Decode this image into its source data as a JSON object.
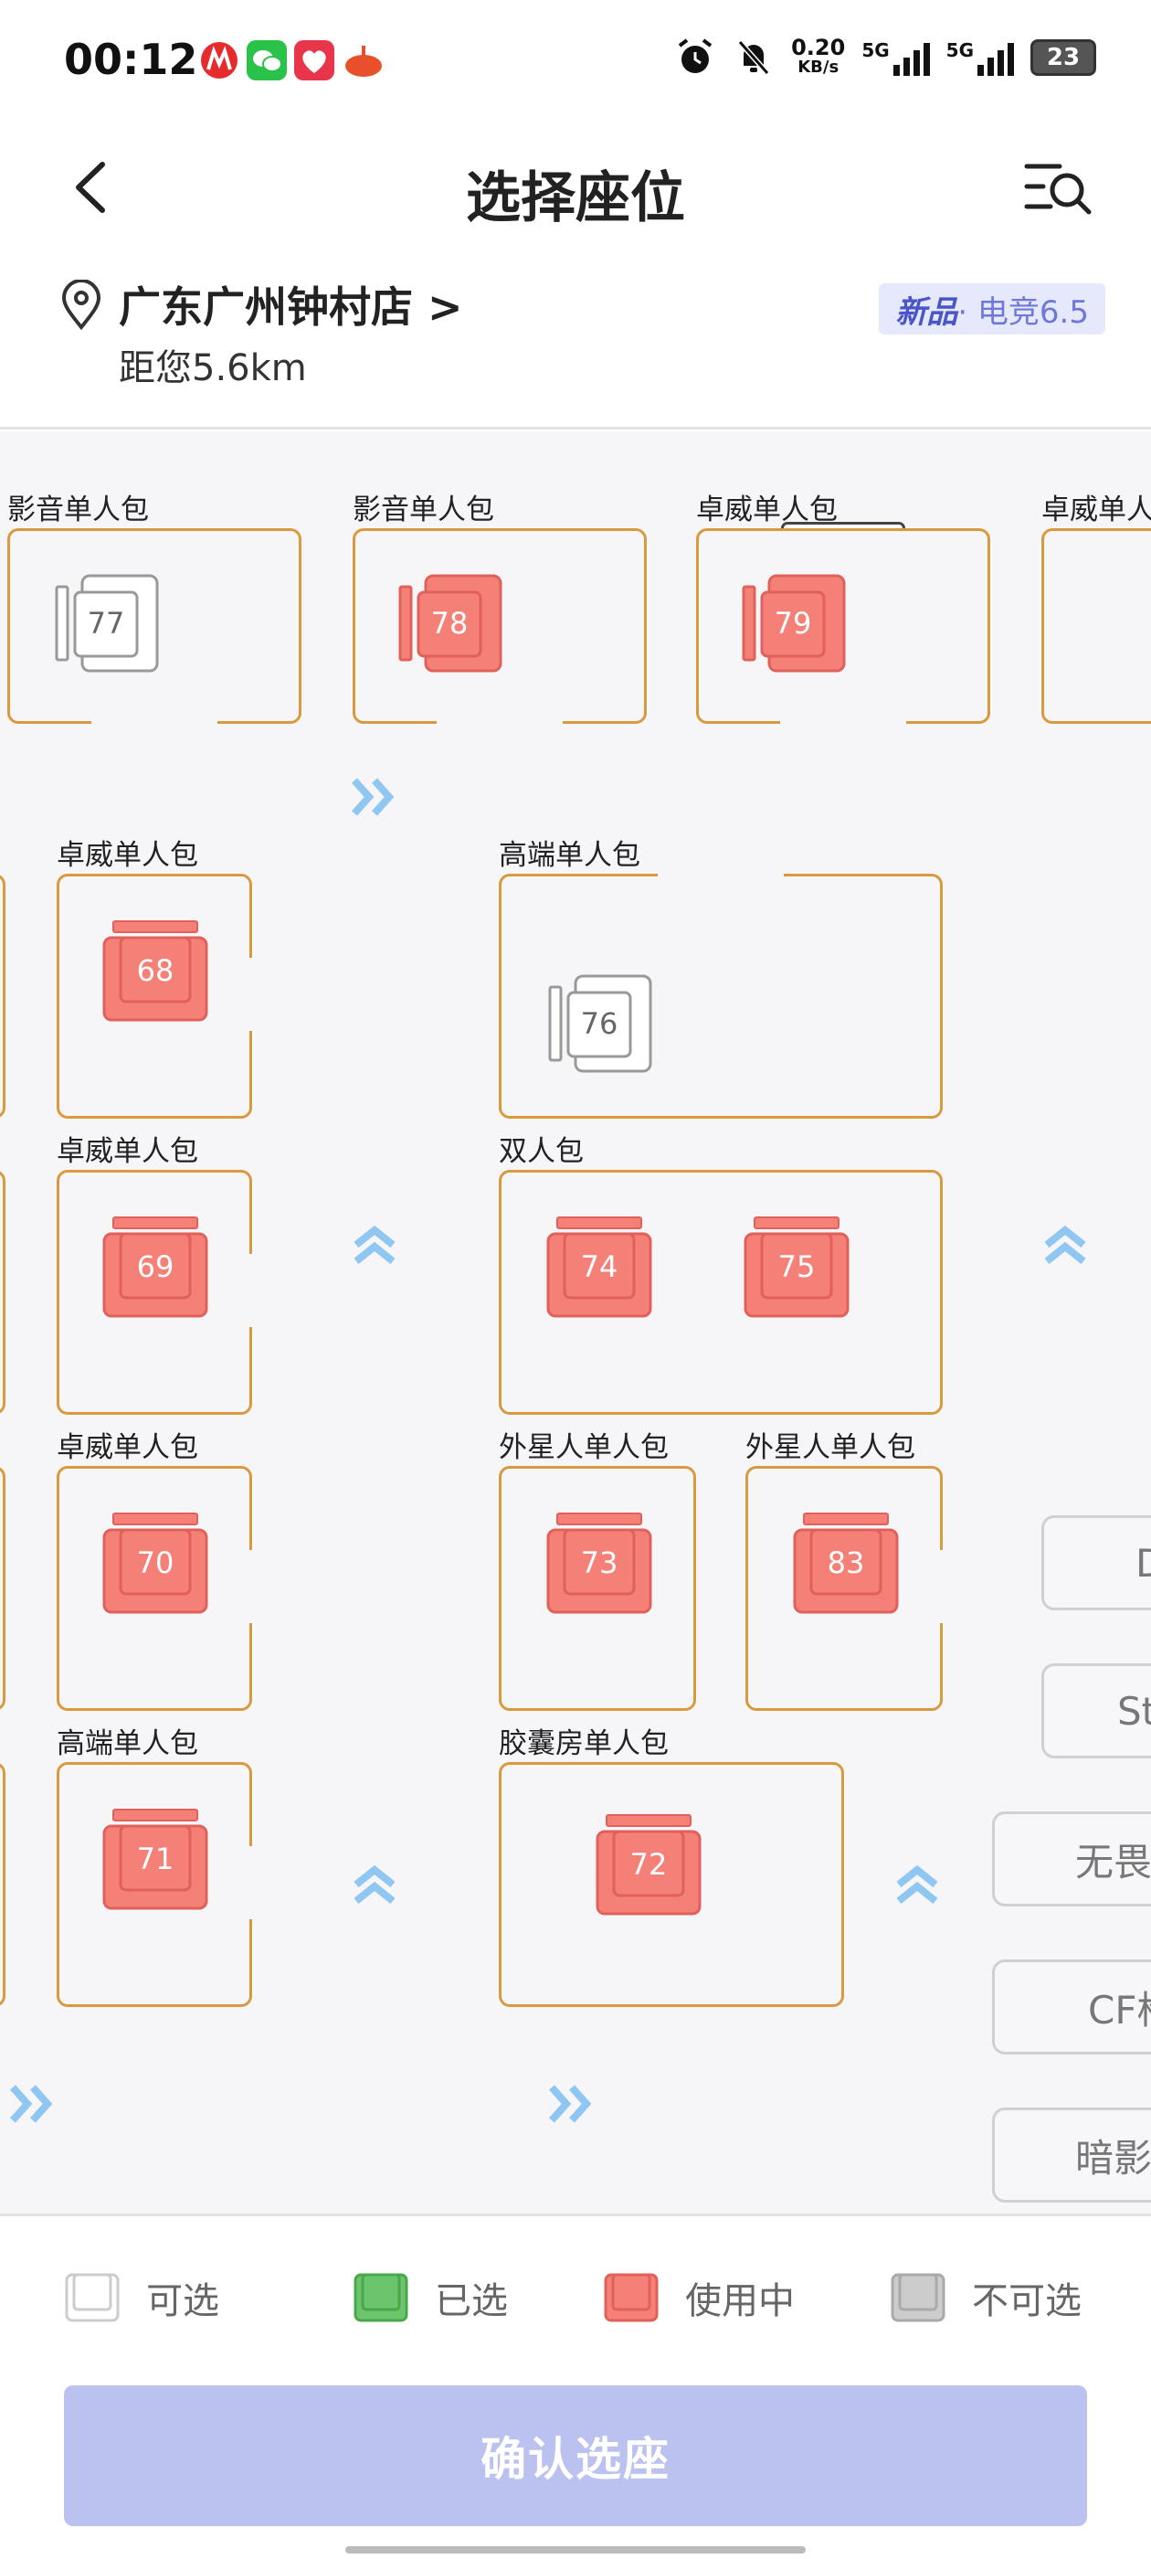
{
  "status_bar": {
    "time": "00:12",
    "net_speed": "0.20",
    "net_unit": "KB/s",
    "sim1": "5G",
    "sim2": "5G",
    "battery": "23"
  },
  "header": {
    "title": "选择座位"
  },
  "store": {
    "name": "广东广州钟村店 >",
    "distance": "距您5.6km",
    "badge_new": "新品",
    "badge_text": "· 电竞6.5"
  },
  "rooms": [
    {
      "label": "影音单人包"
    },
    {
      "label": "影音单人包"
    },
    {
      "label": "卓威单人包"
    },
    {
      "label": "卓威单人"
    },
    {
      "label": "卓威单人包"
    },
    {
      "label": "高端单人包"
    },
    {
      "label": "卓威单人包"
    },
    {
      "label": "双人包"
    },
    {
      "label": "卓威单人包"
    },
    {
      "label": "外星人单人包"
    },
    {
      "label": "外星人单人包"
    },
    {
      "label": "高端单人包"
    },
    {
      "label": "胶囊房单人包"
    }
  ],
  "seats": [
    {
      "number": "77",
      "status": "free"
    },
    {
      "number": "78",
      "status": "in_use"
    },
    {
      "number": "79",
      "status": "in_use"
    },
    {
      "number": "68",
      "status": "in_use"
    },
    {
      "number": "76",
      "status": "free"
    },
    {
      "number": "69",
      "status": "in_use"
    },
    {
      "number": "74",
      "status": "in_use"
    },
    {
      "number": "75",
      "status": "in_use"
    },
    {
      "number": "70",
      "status": "in_use"
    },
    {
      "number": "73",
      "status": "in_use"
    },
    {
      "number": "83",
      "status": "in_use"
    },
    {
      "number": "71",
      "status": "in_use"
    },
    {
      "number": "72",
      "status": "in_use"
    }
  ],
  "side_buttons": [
    "D",
    "St",
    "无畏",
    "CF枪",
    "暗影"
  ],
  "legend": [
    {
      "label": "可选",
      "color": "#ffffff"
    },
    {
      "label": "已选",
      "color": "#6cc46c"
    },
    {
      "label": "使用中",
      "color": "#f58078"
    },
    {
      "label": "不可选",
      "color": "#cccccc"
    }
  ],
  "confirm_button": "确认选座",
  "colors": {
    "room_border": "#d99a3f",
    "accent": "#bcc2f0",
    "arrow": "#8fc6f2"
  }
}
